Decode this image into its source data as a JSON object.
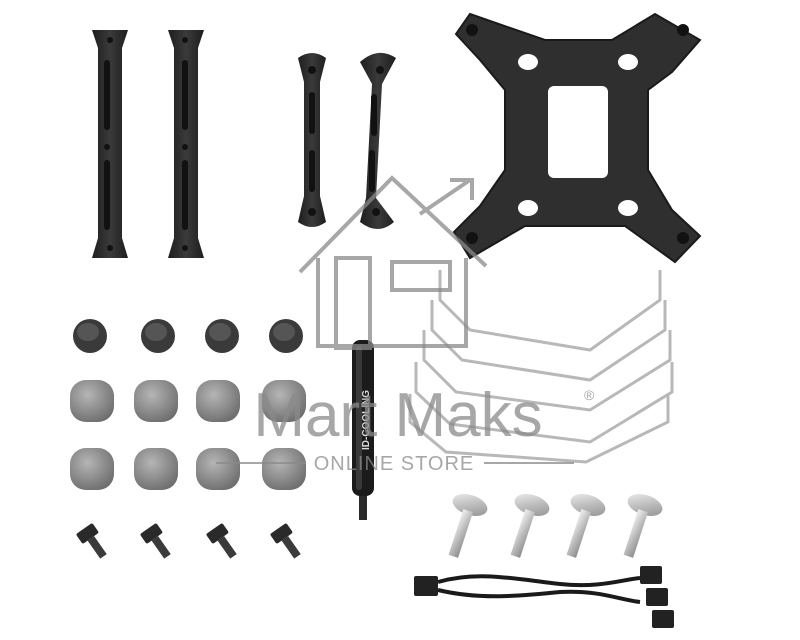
{
  "watermark": {
    "brand": "Mart Maks",
    "registered_mark": "®",
    "tagline": "ONLINE STORE"
  },
  "thermal_paste": {
    "brand_label": "ID-COOLING"
  },
  "icons": {
    "watermark_logo": "house-arrow-icon"
  },
  "colors": {
    "metal_black": "#2b2b2b",
    "standoff_gray": "#8c8c8c",
    "screw_silver": "#cfcfcf",
    "wire_silver": "#b8b8b8",
    "watermark_gray": "#8a8a8a"
  }
}
